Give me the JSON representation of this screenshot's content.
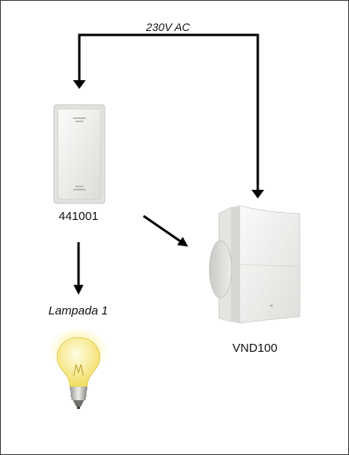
{
  "diagram": {
    "supply_label": "230V AC",
    "switch_label": "441001",
    "lamp_label": "Lampada 1",
    "fan_label": "VND100"
  },
  "colors": {
    "line": "#000000",
    "device_white": "#f2f2f0",
    "bulb_glow": "#fff3a6"
  },
  "icons": {
    "switch": "wall-switch-icon",
    "lamp": "light-bulb-icon",
    "fan": "extractor-fan-icon"
  }
}
